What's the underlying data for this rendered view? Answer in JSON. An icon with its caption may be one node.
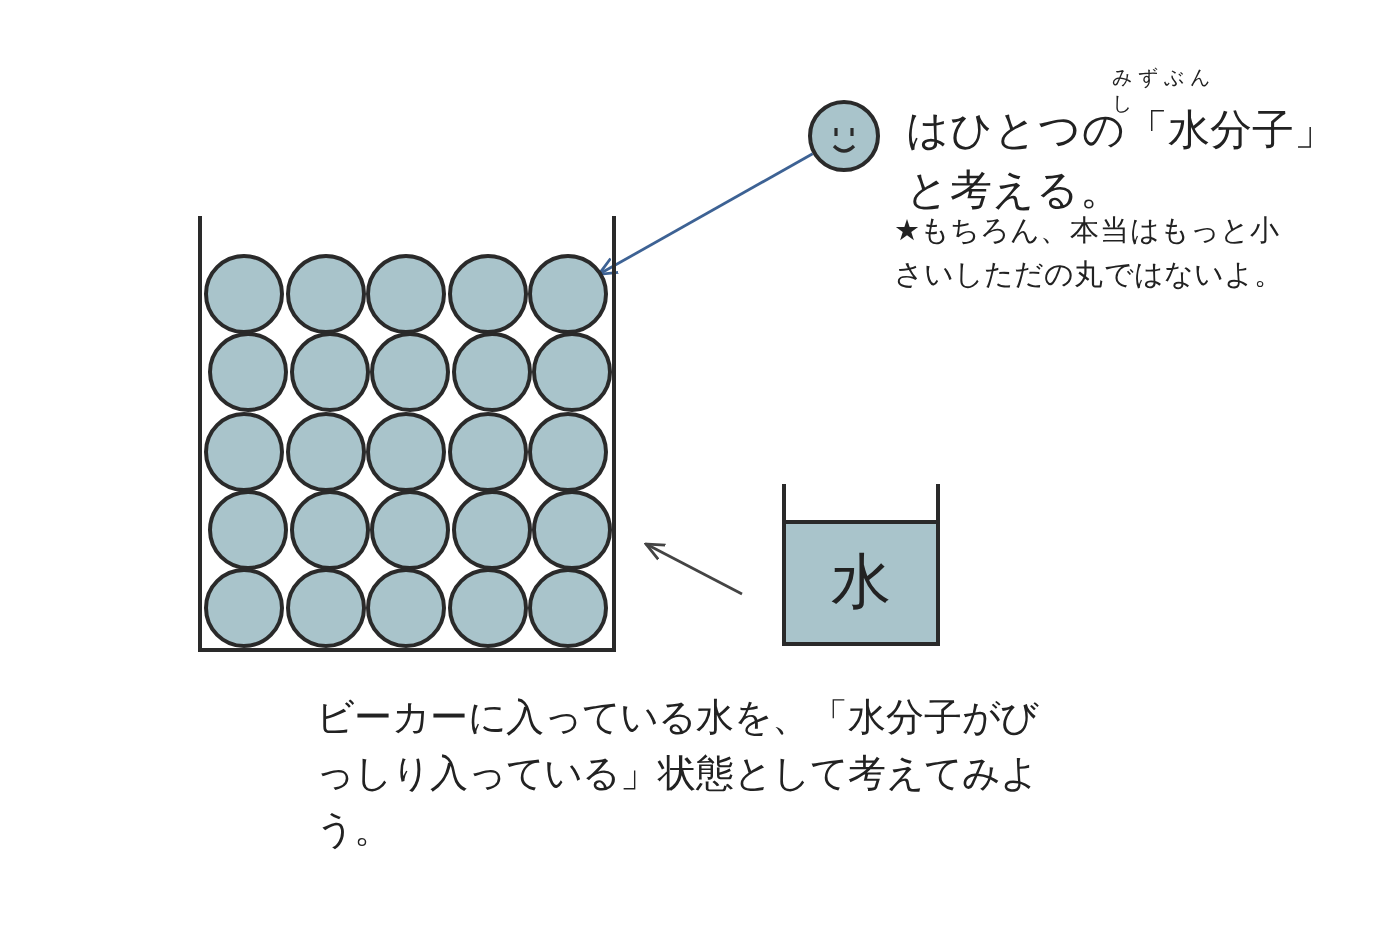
{
  "diagram": {
    "nodes": [
      {
        "text": [],
        "shape": "circle"
      },
      {
        "text": [],
        "shape": "box"
      },
      {
        "text": [],
        "shape": "circle",
        "in": 1
      },
      {
        "text": [],
        "shape": "circle",
        "in": 1
      },
      {
        "text": [],
        "shape": "circle",
        "in": 1
      },
      {
        "text": [],
        "shape": "circle",
        "in": 1
      },
      {
        "text": [],
        "shape": "circle",
        "in": 1
      },
      {
        "text": [],
        "shape": "circle",
        "in": 1
      },
      {
        "text": [],
        "shape": "circle",
        "in": 1
      },
      {
        "text": [],
        "shape": "circle",
        "in": 1
      },
      {
        "text": [],
        "shape": "circle",
        "in": 1
      },
      {
        "text": [],
        "shape": "circle",
        "in": 1
      },
      {
        "text": [],
        "shape": "circle",
        "in": 1
      },
      {
        "text": [],
        "shape": "circle",
        "in": 1
      },
      {
        "text": [],
        "shape": "circle",
        "in": 1
      },
      {
        "text": [],
        "shape": "circle",
        "in": 1
      },
      {
        "text": [],
        "shape": "circle",
        "in": 1
      },
      {
        "text": [],
        "shape": "circle",
        "in": 1
      },
      {
        "text": [],
        "shape": "circle",
        "in": 1
      },
      {
        "text": [],
        "shape": "circle",
        "in": 1
      },
      {
        "text": [],
        "shape": "circle",
        "in": 1
      },
      {
        "text": [],
        "shape": "circle",
        "in": 1
      },
      {
        "text": [],
        "shape": "circle",
        "in": 1
      },
      {
        "text": [],
        "shape": "circle",
        "in": 1
      },
      {
        "text": [],
        "shape": "circle",
        "in": 1
      },
      {
        "text": [],
        "shape": "circle",
        "in": 1
      },
      {
        "text": [],
        "shape": "circle",
        "in": 1
      },
      {
        "text": [
          "水"
        ]
      }
    ],
    "edges": [
      {
        "from": 0,
        "to": 6,
        "arrow": "to",
        "color": "#3d6294"
      },
      {
        "from": 27,
        "to": 1,
        "arrow": "to"
      }
    ],
    "labels": [
      "みずぶんし",
      "はひとつの「水分子」と考える。",
      "★もちろん、本当はもっと小さいしただの丸ではないよ。",
      "ビーカーに入っている水を、「水分子がびっしり入っている」状態として考えてみよう。"
    ]
  }
}
